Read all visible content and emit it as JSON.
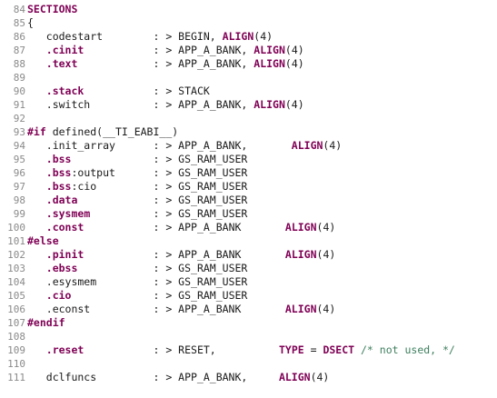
{
  "editor": {
    "lines": [
      {
        "n": "84",
        "code": [
          {
            "t": "SECTIONS",
            "c": "kw"
          }
        ]
      },
      {
        "n": "85",
        "code": [
          {
            "t": "{",
            "c": ""
          }
        ]
      },
      {
        "n": "86",
        "code": [
          {
            "t": "   codestart        : > BEGIN, ",
            "c": ""
          },
          {
            "t": "ALIGN",
            "c": "kw"
          },
          {
            "t": "(4)",
            "c": ""
          }
        ]
      },
      {
        "n": "87",
        "code": [
          {
            "t": "   ",
            "c": ""
          },
          {
            "t": ".cinit",
            "c": "sec"
          },
          {
            "t": "           : > APP_A_BANK, ",
            "c": ""
          },
          {
            "t": "ALIGN",
            "c": "kw"
          },
          {
            "t": "(4)",
            "c": ""
          }
        ]
      },
      {
        "n": "88",
        "code": [
          {
            "t": "   ",
            "c": ""
          },
          {
            "t": ".text",
            "c": "sec"
          },
          {
            "t": "            : > APP_A_BANK, ",
            "c": ""
          },
          {
            "t": "ALIGN",
            "c": "kw"
          },
          {
            "t": "(4)",
            "c": ""
          }
        ]
      },
      {
        "n": "89",
        "code": []
      },
      {
        "n": "90",
        "code": [
          {
            "t": "   ",
            "c": ""
          },
          {
            "t": ".stack",
            "c": "sec"
          },
          {
            "t": "           : > STACK",
            "c": ""
          }
        ]
      },
      {
        "n": "91",
        "code": [
          {
            "t": "   .switch          : > APP_A_BANK, ",
            "c": ""
          },
          {
            "t": "ALIGN",
            "c": "kw"
          },
          {
            "t": "(4)",
            "c": ""
          }
        ]
      },
      {
        "n": "92",
        "code": []
      },
      {
        "n": "93",
        "code": [
          {
            "t": "#if",
            "c": "kw"
          },
          {
            "t": " defined(__TI_EABI__)",
            "c": ""
          }
        ]
      },
      {
        "n": "94",
        "code": [
          {
            "t": "   .init_array      : > APP_A_BANK,       ",
            "c": ""
          },
          {
            "t": "ALIGN",
            "c": "kw"
          },
          {
            "t": "(4)",
            "c": ""
          }
        ]
      },
      {
        "n": "95",
        "code": [
          {
            "t": "   ",
            "c": ""
          },
          {
            "t": ".bss",
            "c": "sec"
          },
          {
            "t": "             : > GS_RAM_USER",
            "c": ""
          }
        ]
      },
      {
        "n": "96",
        "code": [
          {
            "t": "   ",
            "c": ""
          },
          {
            "t": ".bss",
            "c": "sec"
          },
          {
            "t": ":output      : > GS_RAM_USER",
            "c": ""
          }
        ]
      },
      {
        "n": "97",
        "code": [
          {
            "t": "   ",
            "c": ""
          },
          {
            "t": ".bss",
            "c": "sec"
          },
          {
            "t": ":cio         : > GS_RAM_USER",
            "c": ""
          }
        ]
      },
      {
        "n": "98",
        "code": [
          {
            "t": "   ",
            "c": ""
          },
          {
            "t": ".data",
            "c": "sec"
          },
          {
            "t": "            : > GS_RAM_USER",
            "c": ""
          }
        ]
      },
      {
        "n": "99",
        "code": [
          {
            "t": "   ",
            "c": ""
          },
          {
            "t": ".sysmem",
            "c": "sec"
          },
          {
            "t": "          : > GS_RAM_USER",
            "c": ""
          }
        ]
      },
      {
        "n": "100",
        "code": [
          {
            "t": "   ",
            "c": ""
          },
          {
            "t": ".const",
            "c": "sec"
          },
          {
            "t": "           : > APP_A_BANK       ",
            "c": ""
          },
          {
            "t": "ALIGN",
            "c": "kw"
          },
          {
            "t": "(4)",
            "c": ""
          }
        ]
      },
      {
        "n": "101",
        "code": [
          {
            "t": "#else",
            "c": "kw"
          }
        ]
      },
      {
        "n": "102",
        "code": [
          {
            "t": "   ",
            "c": ""
          },
          {
            "t": ".pinit",
            "c": "sec"
          },
          {
            "t": "           : > APP_A_BANK       ",
            "c": ""
          },
          {
            "t": "ALIGN",
            "c": "kw"
          },
          {
            "t": "(4)",
            "c": ""
          }
        ]
      },
      {
        "n": "103",
        "code": [
          {
            "t": "   ",
            "c": ""
          },
          {
            "t": ".ebss",
            "c": "sec"
          },
          {
            "t": "            : > GS_RAM_USER",
            "c": ""
          }
        ]
      },
      {
        "n": "104",
        "code": [
          {
            "t": "   .esysmem         : > GS_RAM_USER",
            "c": ""
          }
        ]
      },
      {
        "n": "105",
        "code": [
          {
            "t": "   ",
            "c": ""
          },
          {
            "t": ".cio",
            "c": "sec"
          },
          {
            "t": "             : > GS_RAM_USER",
            "c": ""
          }
        ]
      },
      {
        "n": "106",
        "code": [
          {
            "t": "   .econst          : > APP_A_BANK       ",
            "c": ""
          },
          {
            "t": "ALIGN",
            "c": "kw"
          },
          {
            "t": "(4)",
            "c": ""
          }
        ]
      },
      {
        "n": "107",
        "code": [
          {
            "t": "#endif",
            "c": "kw"
          }
        ]
      },
      {
        "n": "108",
        "code": []
      },
      {
        "n": "109",
        "code": [
          {
            "t": "   ",
            "c": ""
          },
          {
            "t": ".reset",
            "c": "sec"
          },
          {
            "t": "           : > RESET,          ",
            "c": ""
          },
          {
            "t": "TYPE",
            "c": "kw"
          },
          {
            "t": " = ",
            "c": ""
          },
          {
            "t": "DSECT",
            "c": "kw"
          },
          {
            "t": " /* not used, */",
            "c": "cm"
          }
        ]
      },
      {
        "n": "110",
        "code": []
      },
      {
        "n": "111",
        "code": [
          {
            "t": "   dclfuncs         : > APP_A_BANK,     ",
            "c": ""
          },
          {
            "t": "ALIGN",
            "c": "kw"
          },
          {
            "t": "(4)",
            "c": ""
          }
        ]
      }
    ]
  }
}
